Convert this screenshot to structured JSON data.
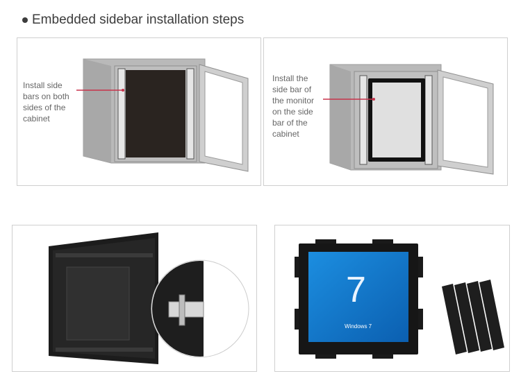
{
  "heading": {
    "bullet": "●",
    "title": "Embedded sidebar installation steps"
  },
  "steps": [
    {
      "caption_lines": [
        "Install side",
        "bars on both",
        "sides of the",
        "cabinet"
      ]
    },
    {
      "caption_lines": [
        "Install the",
        "side bar of",
        "the monitor",
        "on the side",
        "bar of the",
        "cabinet"
      ]
    }
  ],
  "screen_text": "Windows 7",
  "colors": {
    "accent_line": "#c8324b",
    "cabinet": "#b9b9b9",
    "panel_border": "#cfcfcf",
    "screen_blue": "#1c8ee0"
  }
}
